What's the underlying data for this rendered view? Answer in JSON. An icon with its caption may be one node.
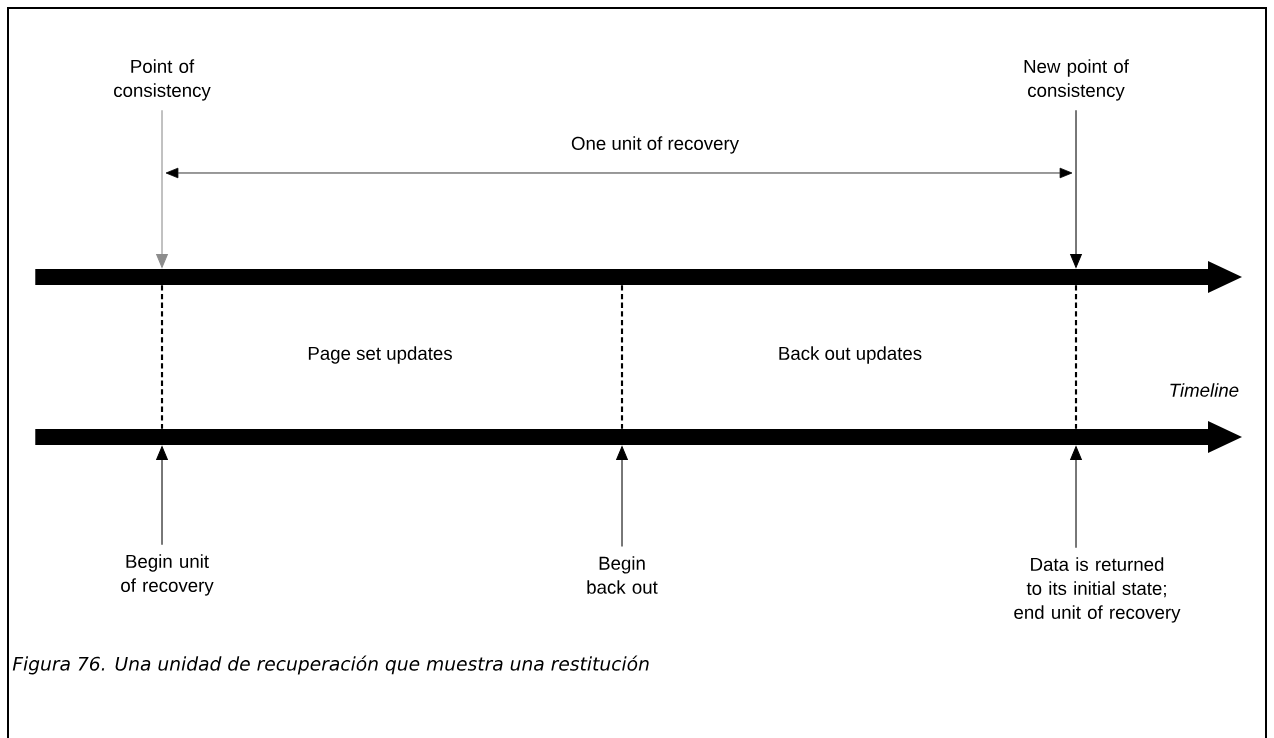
{
  "diagram": {
    "caption": "Figura 76. Una unidad de recuperación que muestra una restitución",
    "nodes": [
      {
        "text": [
          "Point of consistency"
        ]
      },
      {
        "text": [
          "New point of consistency"
        ]
      },
      {
        "text": [],
        "shape": "bar"
      },
      {
        "text": [],
        "shape": "bar"
      },
      {
        "text": [
          "Begin unit of recovery"
        ]
      },
      {
        "text": [
          "Begin back out"
        ]
      },
      {
        "text": [
          "Data is returned to its initial state; end unit of recovery"
        ]
      }
    ],
    "edges": [
      {
        "from": 0,
        "to": 2,
        "arrow": "to",
        "color": "#8c8c8c"
      },
      {
        "from": 1,
        "to": 2,
        "arrow": "to"
      },
      {
        "from": 2,
        "to": 3,
        "arrow": "none",
        "style": "dashed"
      },
      {
        "from": 2,
        "to": 3,
        "arrow": "none",
        "style": "dashed"
      },
      {
        "from": 2,
        "to": 3,
        "arrow": "none",
        "style": "dashed"
      },
      {
        "from": 4,
        "to": 3,
        "arrow": "to"
      },
      {
        "from": 5,
        "to": 3,
        "arrow": "to"
      },
      {
        "from": 6,
        "to": 3,
        "arrow": "to"
      }
    ],
    "labels": [
      "One unit of recovery",
      "Page set updates",
      "Back out updates",
      "Timeline"
    ]
  }
}
